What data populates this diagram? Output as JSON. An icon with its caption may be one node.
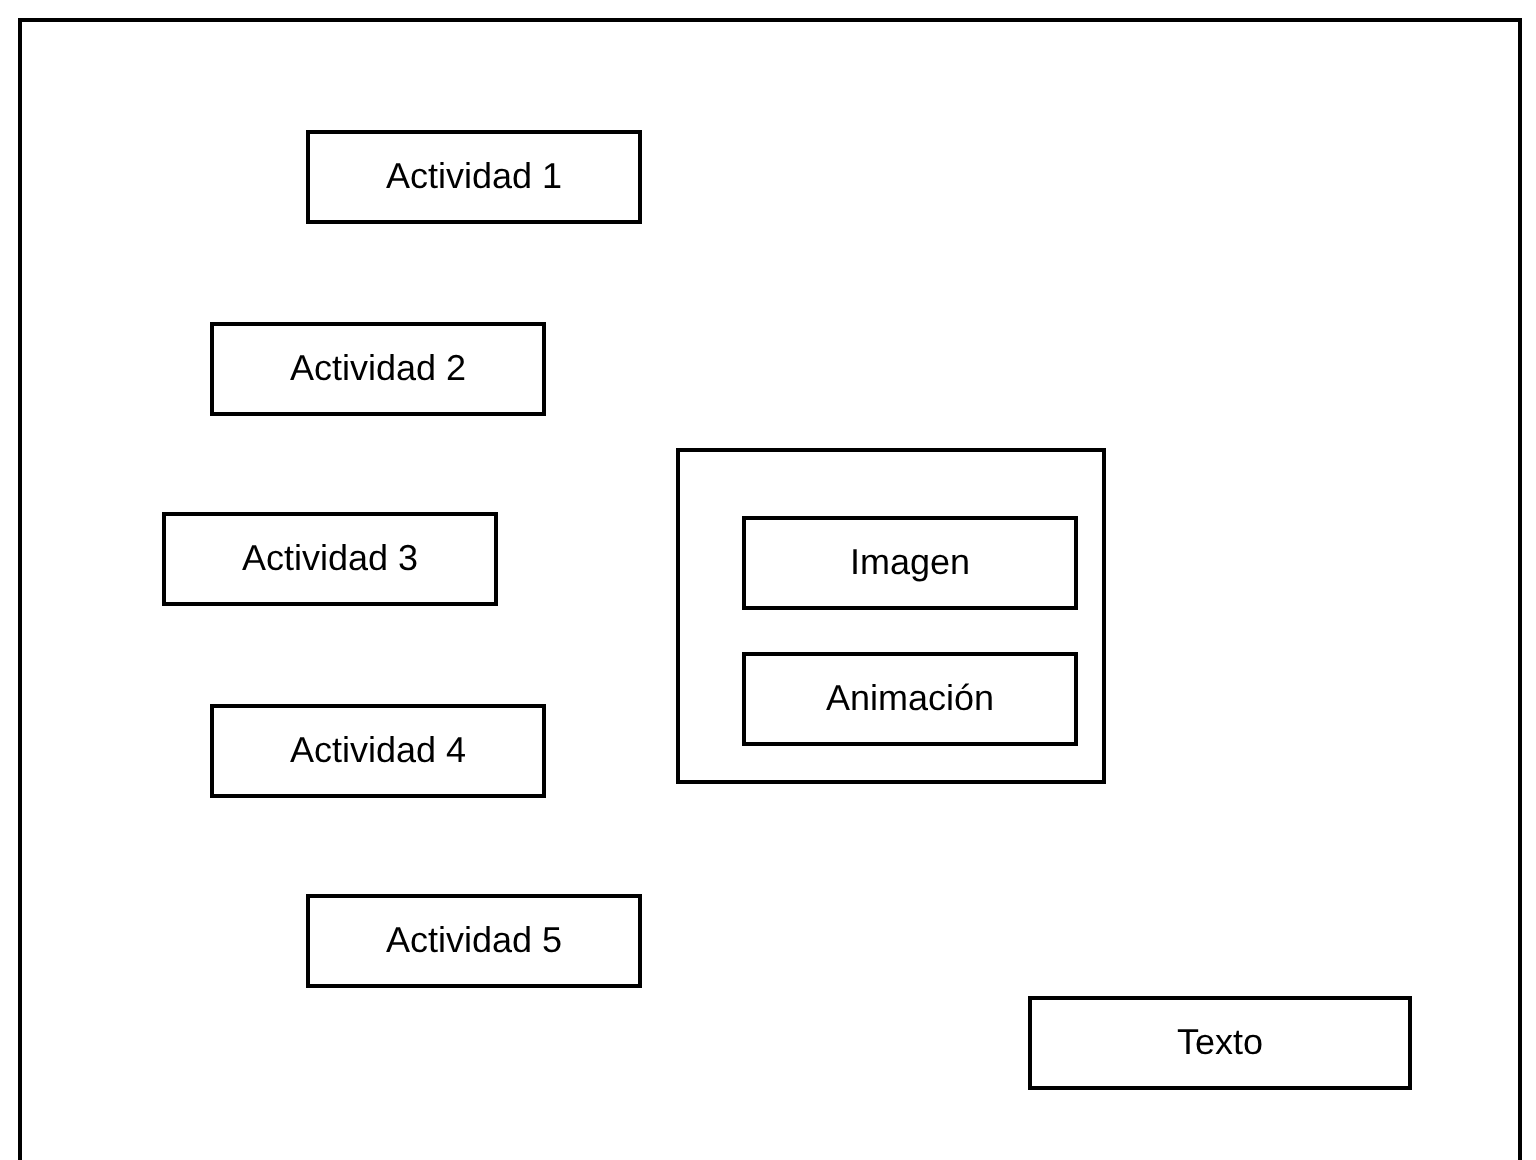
{
  "diagram": {
    "nodes": [
      {
        "text": [
          "Actividad 1"
        ]
      },
      {
        "text": [
          "Actividad 2"
        ]
      },
      {
        "text": [
          "Actividad 3"
        ]
      },
      {
        "text": [
          "Actividad 4"
        ]
      },
      {
        "text": [
          "Actividad 5"
        ]
      },
      {
        "text": [],
        "shape": "box"
      },
      {
        "text": [
          "Imagen"
        ],
        "in": 5
      },
      {
        "text": [
          "Animación"
        ],
        "in": 5
      },
      {
        "text": [
          "Texto"
        ]
      }
    ]
  }
}
